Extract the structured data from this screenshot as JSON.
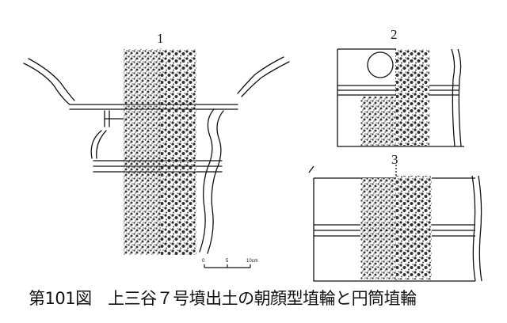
{
  "figure": {
    "labels": [
      "1",
      "2",
      "3"
    ],
    "scale": {
      "ticks": [
        "0",
        "5",
        "10cm"
      ]
    },
    "caption": "第101図　上三谷７号墳出土の朝顔型埴輪と円筒埴輪",
    "colors": {
      "ink": "#111111",
      "paper": "#ffffff"
    }
  }
}
